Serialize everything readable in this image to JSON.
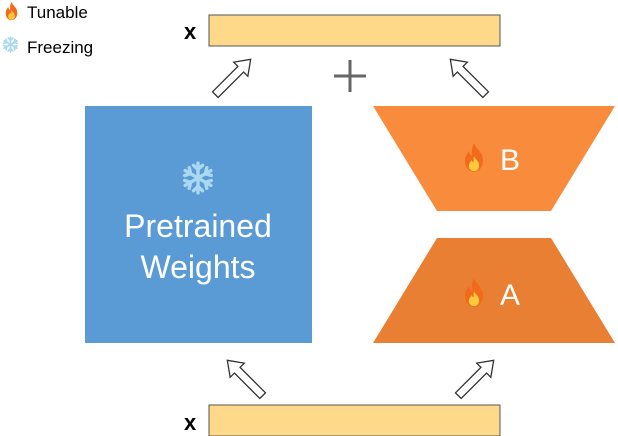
{
  "legend": {
    "tunable_label": "Tunable",
    "tunable_icon": "fire-icon",
    "freezing_label": "Freezing",
    "freezing_icon": "snowflake-icon"
  },
  "output": {
    "label": "x"
  },
  "input": {
    "label": "x"
  },
  "merge_symbol": "+",
  "pretrained": {
    "line1": "Pretrained",
    "line2": "Weights",
    "icon": "snowflake-icon"
  },
  "adapter_b": {
    "label": "B",
    "icon": "fire-icon"
  },
  "adapter_a": {
    "label": "A",
    "icon": "fire-icon"
  },
  "colors": {
    "io_bar": "#FFD98A",
    "pretrained": "#5B9BD5",
    "adapter_b": "#F98C3C",
    "adapter_a": "#E97F33",
    "snowflake": "#A9D8F0",
    "flame_outer": "#F26B1D",
    "flame_inner": "#FFC93C"
  }
}
